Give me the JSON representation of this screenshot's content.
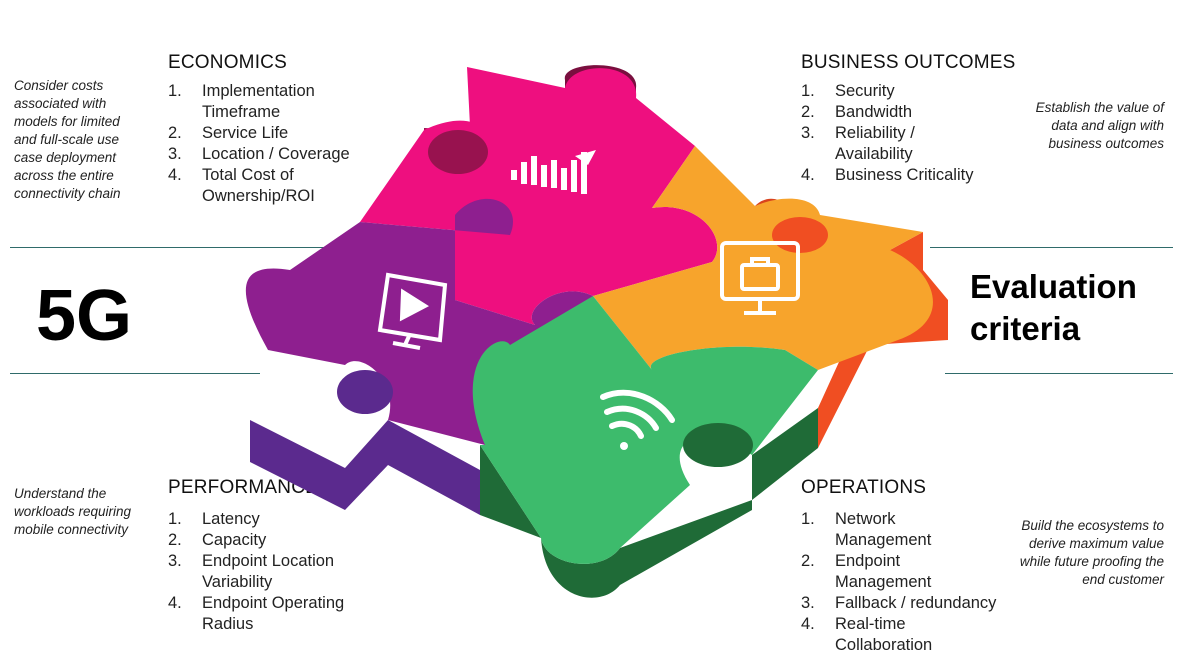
{
  "header": {
    "brand": "5G",
    "headline": [
      "Evaluation",
      "criteria"
    ]
  },
  "sections": {
    "economics": {
      "title": "ECONOMICS",
      "items": [
        {
          "num": "1.",
          "text": "Implementation Timeframe"
        },
        {
          "num": "2.",
          "text": "Service Life"
        },
        {
          "num": "3.",
          "text": "Location / Coverage"
        },
        {
          "num": "4.",
          "text": "Total Cost of Ownership/ROI"
        }
      ],
      "note": "Consider costs associated with models for limited and full-scale use case deployment across the entire connectivity chain"
    },
    "business": {
      "title": "BUSINESS OUTCOMES",
      "items": [
        {
          "num": "1.",
          "text": "Security"
        },
        {
          "num": "2.",
          "text": "Bandwidth"
        },
        {
          "num": "3.",
          "text": "Reliability / Availability"
        },
        {
          "num": "4.",
          "text": "Business Criticality"
        }
      ],
      "note": "Establish the value of data and align with business outcomes"
    },
    "performance": {
      "title": "PERFORMANCE",
      "items": [
        {
          "num": "1.",
          "text": "Latency"
        },
        {
          "num": "2.",
          "text": "Capacity"
        },
        {
          "num": "3.",
          "text": "Endpoint Location Variability"
        },
        {
          "num": "4.",
          "text": "Endpoint Operating Radius"
        }
      ],
      "note": "Understand the workloads requiring mobile connectivity"
    },
    "operations": {
      "title": "OPERATIONS",
      "items": [
        {
          "num": "1.",
          "text": "Network Management"
        },
        {
          "num": "2.",
          "text": "Endpoint Management"
        },
        {
          "num": "3.",
          "text": "Fallback / redundancy"
        },
        {
          "num": "4.",
          "text": "Real-time Collaboration"
        }
      ],
      "note": "Build the ecosystems to derive maximum value while future proofing the end customer"
    }
  },
  "puzzle": {
    "pieces": [
      {
        "name": "economics",
        "icon": "growth-chart-icon",
        "color": "#ee0f7f",
        "side": "#98124f"
      },
      {
        "name": "business",
        "icon": "briefcase-monitor-icon",
        "color": "#f7a42c",
        "side": "#f04e22"
      },
      {
        "name": "performance",
        "icon": "video-monitor-icon",
        "color": "#8e1f8f",
        "side": "#5b2a8e"
      },
      {
        "name": "operations",
        "icon": "wifi-icon",
        "color": "#3dbb6c",
        "side": "#1f6b37"
      }
    ]
  },
  "colors": {
    "divider": "#2f6b6a"
  }
}
